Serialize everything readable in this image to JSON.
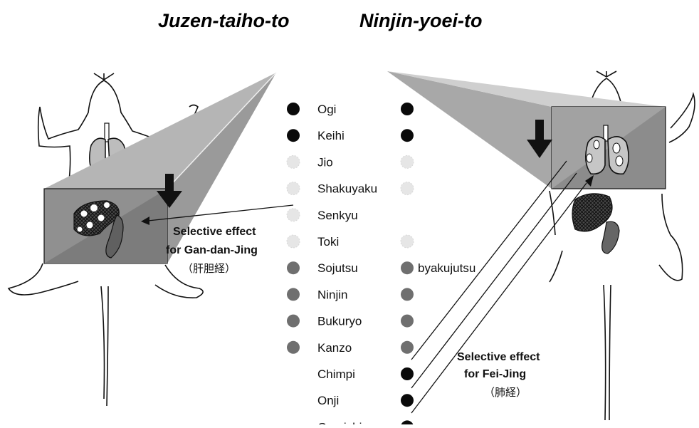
{
  "titles": {
    "left": "Juzen-taiho-to",
    "right": "Ninjin-yoei-to"
  },
  "colors": {
    "black": "#0a0a0a",
    "light": "#e6e6e6",
    "gray": "#6f6f6f",
    "beam": "#9a9a9a",
    "box": "#8e8e8e"
  },
  "herbs": [
    {
      "name": "Ogi",
      "left": "black",
      "right": "black"
    },
    {
      "name": "Keihi",
      "left": "black",
      "right": "black"
    },
    {
      "name": "Jio",
      "left": "light",
      "right": "light"
    },
    {
      "name": "Shakuyaku",
      "left": "light",
      "right": "light"
    },
    {
      "name": "Senkyu",
      "left": "light",
      "right": null
    },
    {
      "name": "Toki",
      "left": "light",
      "right": "light"
    },
    {
      "name": "Sojutsu",
      "left": "gray",
      "right": "gray",
      "right_note": "byakujutsu"
    },
    {
      "name": "Ninjin",
      "left": "gray",
      "right": "gray"
    },
    {
      "name": "Bukuryo",
      "left": "gray",
      "right": "gray"
    },
    {
      "name": "Kanzo",
      "left": "gray",
      "right": "gray"
    },
    {
      "name": "Chimpi",
      "left": null,
      "right": "black"
    },
    {
      "name": "Onji",
      "left": null,
      "right": "black"
    },
    {
      "name": "Gomishi",
      "left": null,
      "right": "black"
    }
  ],
  "effects": {
    "left": {
      "line1": "Selective effect",
      "line2": "for Gan-dan-Jing",
      "line3": "（肝胆経）"
    },
    "right": {
      "line1": "Selective effect",
      "line2": "for Fei-Jing",
      "line3": "（肺経）"
    }
  }
}
